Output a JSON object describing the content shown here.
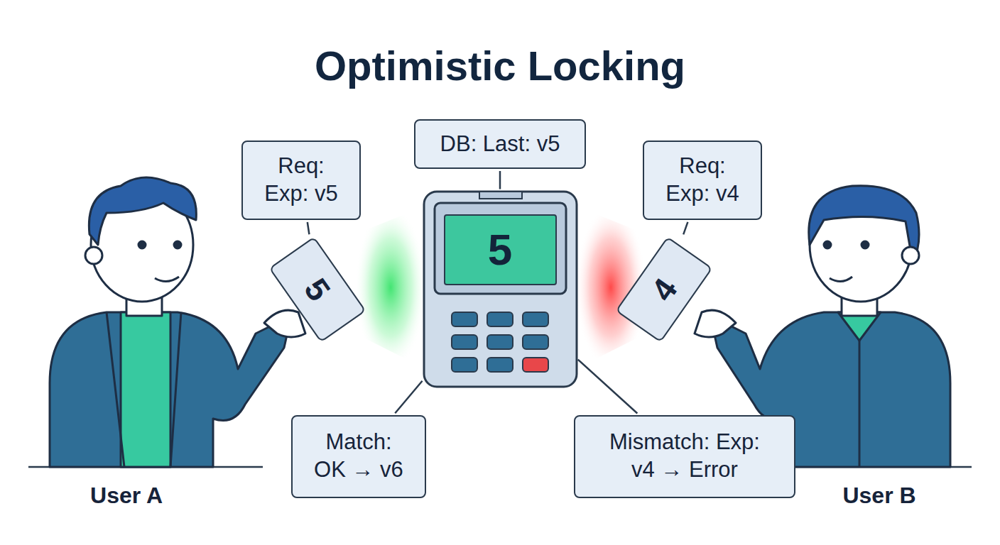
{
  "diagram": {
    "title": "Optimistic Locking",
    "nodes": [
      {
        "text": [
          "DB: Last: v5"
        ]
      },
      {
        "text": [
          "Req: Exp: v5"
        ]
      },
      {
        "text": [
          "Req: Exp: v4"
        ]
      },
      {
        "text": [
          "5"
        ]
      },
      {
        "text": [
          "5"
        ]
      },
      {
        "text": [
          "4"
        ]
      },
      {
        "text": [
          "Match: OK → v6"
        ]
      },
      {
        "text": [
          "Mismatch: Exp: v4 → Error"
        ]
      }
    ],
    "edges": [
      {
        "from": 0,
        "to": 4,
        "arrow": "none"
      },
      {
        "from": 1,
        "to": 3,
        "arrow": "none"
      },
      {
        "from": 2,
        "to": 5,
        "arrow": "none"
      },
      {
        "from": 6,
        "to": 4,
        "arrow": "none"
      },
      {
        "from": 7,
        "to": 4,
        "arrow": "none"
      }
    ],
    "labels": [
      "User A",
      "User B"
    ]
  }
}
